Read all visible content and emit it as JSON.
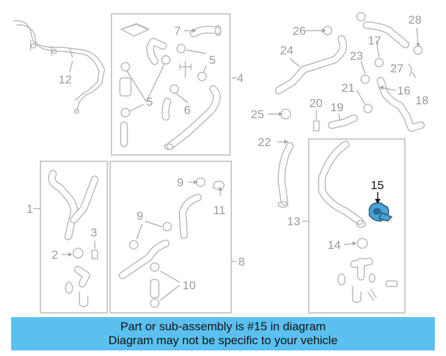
{
  "diagram": {
    "callouts": {
      "c1": "1",
      "c2": "2",
      "c3": "3",
      "c4": "4",
      "c5a": "5",
      "c5b": "5",
      "c6": "6",
      "c7": "7",
      "c8": "8",
      "c9a": "9",
      "c9b": "9",
      "c10": "10",
      "c11": "11",
      "c12": "12",
      "c13": "13",
      "c14": "14",
      "c15": "15",
      "c16": "16",
      "c17": "17",
      "c18": "18",
      "c19": "19",
      "c20": "20",
      "c21": "21",
      "c22": "22",
      "c23": "23",
      "c24": "24",
      "c25": "25",
      "c26": "26",
      "c27": "27",
      "c28": "28"
    },
    "highlight_color": "#4aa3d8",
    "banner_color": "#5bc0f0"
  },
  "banner": {
    "line1": "Part or sub-assembly is #15 in diagram",
    "line2": "Diagram may not be specific to your vehicle"
  }
}
